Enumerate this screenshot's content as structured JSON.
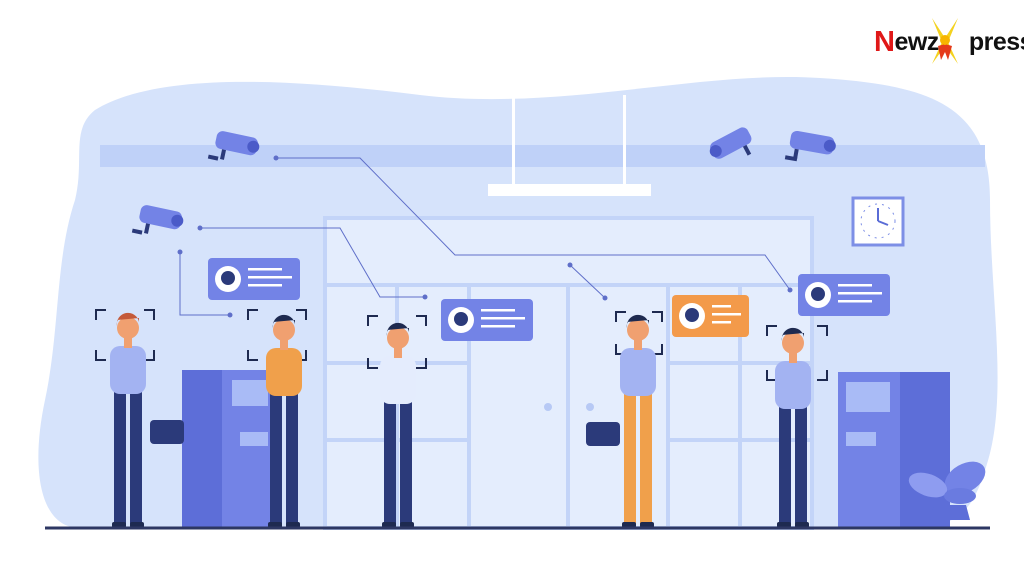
{
  "logo": {
    "text": "Newzxpress",
    "first": "N",
    "middle": "ewz",
    "end": "press"
  },
  "colors": {
    "background_blob": "#d5e2fb",
    "ceiling_band": "#bdd0f7",
    "accent_blue": "#7383e6",
    "card_orange": "#f39a4a",
    "floor_line": "#2d3763",
    "navy": "#2b3a7a",
    "orange_clothes": "#f0a04b"
  }
}
